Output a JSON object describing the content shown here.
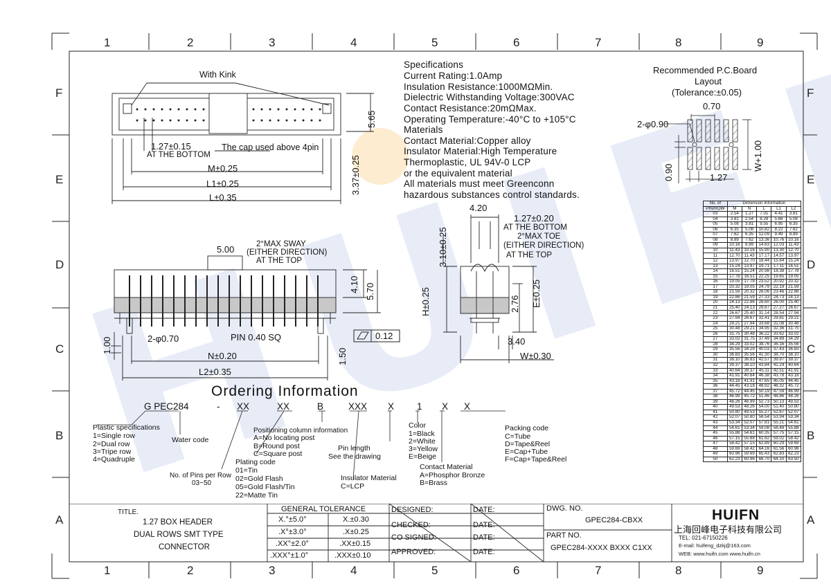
{
  "frame": {
    "col_numbers": [
      "1",
      "2",
      "3",
      "4",
      "5",
      "6",
      "7",
      "8",
      "9"
    ],
    "row_letters": [
      "F",
      "E",
      "D",
      "C",
      "B",
      "A"
    ]
  },
  "specs": {
    "lines": [
      "Specifications",
      "Current Rating:1.0Amp",
      "Insulation Resistance:1000MΩMin.",
      "Dielectric Withstanding Voltage:300VAC",
      "Contact Resistance:20mΩMax.",
      "Operating Temperature:-40°C to +105°C",
      "Materials",
      "Contact Material:Copper alloy",
      "Insulator Material:High Temperature",
      "Thermoplastic, UL 94V-0 LCP",
      "or the equivalent material",
      "All materials must meet Greenconn",
      "hazardous substances control standards."
    ]
  },
  "pcb": {
    "title1": "Recommended P.C.Board",
    "title2": "Layout",
    "tolerance": "(Tolerance:±0.05)",
    "dim_070": "0.70",
    "dim_hole": "2-φ0.90",
    "dim_w": "W+1.00",
    "dim_090": "0.90",
    "dim_127": "1.27"
  },
  "top_view": {
    "with_kink": "With Kink",
    "dim_127": "1.27±0.15",
    "at_bottom": "AT THE BOTTOM",
    "cap_note": "The cap used above 4pin",
    "dim_565": "5.65",
    "dim_337": "3.37±0.25",
    "dim_m": "M±0.25",
    "dim_l1": "L1±0.25",
    "dim_l": "L±0.35"
  },
  "front_view": {
    "dim_500": "5.00",
    "sway1": "2°MAX SWAY",
    "sway2": "(EITHER DIRECTION)",
    "sway3": "AT THE TOP",
    "dim_410": "4.10",
    "dim_570": "5.70",
    "dim_100": "1.00",
    "dim_holes": "2-φ0.70",
    "pin_sq": "PIN 0.40 SQ",
    "flat": "0.12",
    "dim_n": "N±0.20",
    "dim_150": "1.50",
    "dim_l2": "L2±0.35"
  },
  "side_view": {
    "dim_420": "4.20",
    "dim_127": "1.27±0.20",
    "at_bottom": "AT THE BOTTOM",
    "toe1": "2°MAX TOE",
    "toe2": "(EITHER DIRECTION)",
    "toe3": "AT THE TOP",
    "dim_310": "3.10±0.25",
    "dim_h": "H±0.25",
    "dim_276": "2.76",
    "dim_e": "E±0.25",
    "dim_340": "3.40",
    "dim_w": "W±0.30"
  },
  "ordering": {
    "title": "Ordering Information",
    "code": [
      "G PEC284",
      "-",
      "XX",
      "XX",
      "B",
      "XXX",
      "X",
      "1",
      "X",
      "X"
    ],
    "plastic": [
      "Plastic specifications",
      "1=Single row",
      "2=Dual row",
      "3=Tripe row",
      "4=Quadruple"
    ],
    "water": "Water code",
    "pins": [
      "No. of Pins per Row",
      "03~50"
    ],
    "plating": [
      "Plating code",
      "01=Tin",
      "02=Gold Flash",
      "05=Gold Flash/Tin",
      "22=Matte Tin"
    ],
    "positioning": [
      "Positioning column information",
      "A=No locating post",
      "B=Round post",
      "C=Square post"
    ],
    "pin_length": [
      "Pin length",
      "See the drawing"
    ],
    "insulator": [
      "Insulator Material",
      "C=LCP"
    ],
    "color": [
      "Color",
      "1=Black",
      "2=White",
      "3=Yellow",
      "E=Beige"
    ],
    "contact": [
      "Contact Material",
      "A=Phosphor Bronze",
      "B=Brass"
    ],
    "packing": [
      "Packing code",
      "C=Tube",
      "D=Tape&Reel",
      "E=Cap+Tube",
      "F=Cap+Tape&Reel"
    ]
  },
  "dimension_table": {
    "header_top": [
      "No. of",
      "Dimension Information"
    ],
    "header": [
      "PIN/ROW",
      "M",
      "N",
      "L",
      "L1",
      "L2"
    ],
    "rows": [
      [
        "03",
        "2.54",
        "1.27",
        "7.01",
        "4.41",
        "3.81"
      ],
      [
        "04",
        "3.81",
        "2.54",
        "8.28",
        "5.68",
        "5.08"
      ],
      [
        "05",
        "5.08",
        "3.81",
        "9.55",
        "6.95",
        "6.35"
      ],
      [
        "06",
        "6.35",
        "5.08",
        "10.82",
        "8.22",
        "7.62"
      ],
      [
        "07",
        "7.62",
        "6.35",
        "12.09",
        "9.49",
        "8.89"
      ],
      [
        "08",
        "8.89",
        "7.62",
        "13.36",
        "10.76",
        "10.16"
      ],
      [
        "09",
        "10.16",
        "8.89",
        "14.63",
        "12.03",
        "11.43"
      ],
      [
        "10",
        "11.43",
        "10.16",
        "15.90",
        "13.30",
        "12.70"
      ],
      [
        "11",
        "12.70",
        "11.43",
        "17.17",
        "14.57",
        "13.97"
      ],
      [
        "12",
        "13.97",
        "12.70",
        "18.44",
        "15.84",
        "15.24"
      ],
      [
        "13",
        "15.24",
        "13.97",
        "19.71",
        "17.11",
        "16.51"
      ],
      [
        "14",
        "16.51",
        "15.24",
        "20.98",
        "18.38",
        "17.78"
      ],
      [
        "15",
        "17.78",
        "16.51",
        "22.25",
        "19.65",
        "19.05"
      ],
      [
        "16",
        "19.05",
        "17.78",
        "23.52",
        "20.92",
        "20.32"
      ],
      [
        "17",
        "20.32",
        "19.05",
        "24.79",
        "22.19",
        "21.59"
      ],
      [
        "18",
        "21.59",
        "20.32",
        "26.06",
        "23.46",
        "22.86"
      ],
      [
        "19",
        "22.86",
        "21.59",
        "27.33",
        "24.73",
        "24.13"
      ],
      [
        "20",
        "24.13",
        "22.86",
        "28.60",
        "26.00",
        "25.40"
      ],
      [
        "21",
        "25.40",
        "24.13",
        "29.87",
        "27.27",
        "26.67"
      ],
      [
        "22",
        "26.67",
        "25.40",
        "31.14",
        "28.54",
        "27.94"
      ],
      [
        "23",
        "27.94",
        "26.67",
        "32.41",
        "29.81",
        "29.21"
      ],
      [
        "24",
        "29.21",
        "27.94",
        "33.68",
        "31.08",
        "30.48"
      ],
      [
        "25",
        "30.48",
        "29.21",
        "34.95",
        "32.36",
        "31.75"
      ],
      [
        "26",
        "31.75",
        "30.48",
        "36.22",
        "33.62",
        "33.02"
      ],
      [
        "27",
        "33.02",
        "31.75",
        "37.49",
        "34.89",
        "34.29"
      ],
      [
        "28",
        "34.29",
        "33.02",
        "38.76",
        "36.16",
        "35.56"
      ],
      [
        "29",
        "35.56",
        "34.29",
        "40.03",
        "37.43",
        "36.83"
      ],
      [
        "30",
        "36.83",
        "35.56",
        "41.30",
        "38.70",
        "38.10"
      ],
      [
        "31",
        "38.10",
        "36.83",
        "42.57",
        "39.97",
        "39.37"
      ],
      [
        "32",
        "39.37",
        "38.10",
        "43.84",
        "41.24",
        "40.64"
      ],
      [
        "33",
        "40.64",
        "39.37",
        "45.11",
        "42.51",
        "41.91"
      ],
      [
        "34",
        "41.91",
        "40.64",
        "46.38",
        "43.78",
        "43.18"
      ],
      [
        "35",
        "43.18",
        "41.91",
        "47.65",
        "45.05",
        "44.45"
      ],
      [
        "36",
        "44.45",
        "43.18",
        "48.92",
        "46.32",
        "45.72"
      ],
      [
        "37",
        "45.72",
        "44.45",
        "50.19",
        "47.59",
        "46.99"
      ],
      [
        "38",
        "46.99",
        "45.72",
        "51.46",
        "48.86",
        "48.26"
      ],
      [
        "39",
        "48.26",
        "46.99",
        "52.73",
        "50.13",
        "49.53"
      ],
      [
        "40",
        "49.53",
        "48.26",
        "54.00",
        "51.40",
        "50.80"
      ],
      [
        "41",
        "50.80",
        "49.53",
        "55.27",
        "52.67",
        "52.07"
      ],
      [
        "42",
        "52.07",
        "50.80",
        "56.54",
        "53.94",
        "53.34"
      ],
      [
        "43",
        "53.34",
        "52.07",
        "57.81",
        "55.21",
        "54.61"
      ],
      [
        "44",
        "54.61",
        "53.34",
        "59.08",
        "56.48",
        "55.88"
      ],
      [
        "45",
        "55.88",
        "54.61",
        "60.35",
        "57.75",
        "57.15"
      ],
      [
        "46",
        "57.15",
        "55.88",
        "61.62",
        "59.02",
        "58.42"
      ],
      [
        "47",
        "58.42",
        "57.15",
        "62.89",
        "60.29",
        "59.69"
      ],
      [
        "48",
        "59.69",
        "58.42",
        "64.16",
        "61.56",
        "60.96"
      ],
      [
        "49",
        "60.96",
        "59.69",
        "65.43",
        "62.83",
        "62.23"
      ],
      [
        "50",
        "62.23",
        "60.96",
        "66.70",
        "64.10",
        "63.50"
      ]
    ]
  },
  "title_block": {
    "title_label": "TITLE.",
    "title_lines": [
      "1.27 BOX HEADER",
      "DUAL ROWS SMT TYPE",
      "CONNECTOR"
    ],
    "gen_tol": "GENERAL TOLERANCE",
    "tol_rows": [
      [
        "X.°±5.0°",
        "X.±0.30"
      ],
      [
        ".X°±3.0°",
        ".X±0.25"
      ],
      [
        ".XX°±2.0°",
        ".XX±0.15"
      ],
      [
        ".XXX°±1.0°",
        ".XXX±0.10"
      ]
    ],
    "sign_rows": [
      "DESIGNED:",
      "CHECKED:",
      "CO SIGNED:",
      "APPROVED:"
    ],
    "date": "DATE:",
    "dwg_label": "DWG. NO.",
    "dwg_no": "GPEC284-CBXX",
    "part_label": "PART NO.",
    "part_no": "GPEC284-XXXX BXXX C1XX",
    "logo": "HUIFN",
    "company": "上海回峰电子科技有限公司",
    "tel": "TEL: 021-67150226",
    "email": "E-mail: huifeng_dzkj@163.com",
    "web": "WEB: www.huifn.com  www.huifn.cn"
  },
  "watermark": "HUIFN"
}
